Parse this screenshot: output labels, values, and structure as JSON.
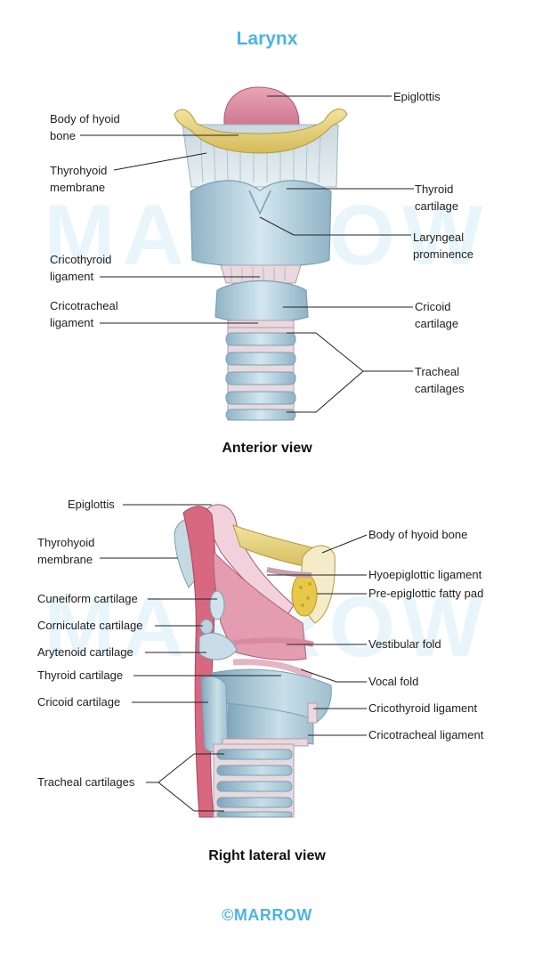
{
  "title": "Larynx",
  "watermark": "MARROW",
  "brand": "©MARROW",
  "anterior": {
    "caption": "Anterior view",
    "left_labels": {
      "hyoid_1": "Body of hyoid",
      "hyoid_2": "bone",
      "thyrohyoid_1": "Thyrohyoid",
      "thyrohyoid_2": "membrane",
      "cricothyroid_1": "Cricothyroid",
      "cricothyroid_2": "ligament",
      "cricotracheal_1": "Cricotracheal",
      "cricotracheal_2": "ligament"
    },
    "right_labels": {
      "epiglottis": "Epiglottis",
      "thyroid_1": "Thyroid",
      "thyroid_2": "cartilage",
      "laryngeal_1": "Laryngeal",
      "laryngeal_2": "prominence",
      "cricoid_1": "Cricoid",
      "cricoid_2": "cartilage",
      "tracheal_1": "Tracheal",
      "tracheal_2": "cartilages"
    }
  },
  "lateral": {
    "caption": "Right lateral view",
    "left_labels": {
      "epiglottis": "Epiglottis",
      "thyrohyoid_1": "Thyrohyoid",
      "thyrohyoid_2": "membrane",
      "cuneiform": "Cuneiform cartilage",
      "corniculate": "Corniculate cartilage",
      "arytenoid": "Arytenoid cartilage",
      "thyroid": "Thyroid cartilage",
      "cricoid": "Cricoid cartilage",
      "tracheal": "Tracheal cartilages"
    },
    "right_labels": {
      "hyoid": "Body of hyoid bone",
      "hyoepiglottic": "Hyoepiglottic ligament",
      "fatpad": "Pre-epiglottic fatty pad",
      "vestibular": "Vestibular fold",
      "vocal": "Vocal fold",
      "cricothyroid": "Cricothyroid ligament",
      "cricotracheal": "Cricotracheal ligament"
    }
  },
  "colors": {
    "title": "#4fb3e3",
    "cartilage": "#b9d6e3",
    "cartilage_dark": "#7fa6bb",
    "bone": "#e8d47a",
    "epiglottis": "#d98aa0",
    "mucosa": "#e3a3b2",
    "fat": "#e8c84a"
  }
}
